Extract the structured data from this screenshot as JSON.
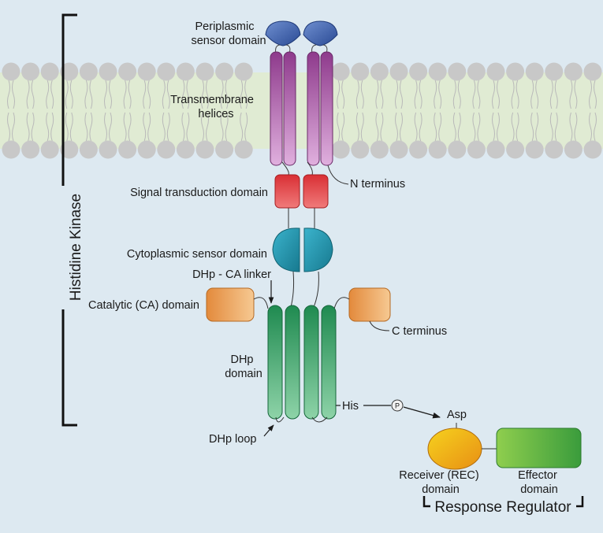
{
  "labels": {
    "periplasmic": [
      "Periplasmic",
      "sensor domain"
    ],
    "transmembrane": [
      "Transmembrane",
      "helices"
    ],
    "n_terminus": "N terminus",
    "signal_transduction": "Signal transduction domain",
    "cytoplasmic_sensor": "Cytoplasmic sensor domain",
    "dhp_ca_linker": "DHp - CA linker",
    "catalytic": "Catalytic (CA) domain",
    "c_terminus": "C terminus",
    "dhp_domain": [
      "DHp",
      "domain"
    ],
    "his": "His",
    "phosphate": "P",
    "asp": "Asp",
    "dhp_loop": "DHp loop",
    "receiver": [
      "Receiver (REC)",
      "domain"
    ],
    "effector": [
      "Effector",
      "domain"
    ],
    "histidine_kinase": "Histidine Kinase",
    "response_regulator": "Response Regulator"
  },
  "colors": {
    "background": "#dde9f1",
    "membrane_core": "#e0ebd3",
    "lipid_head": "#c8c8c8",
    "periplasmic_sensor": "#3a5fa8",
    "transmembrane_helix": "#b964b5",
    "signal_transduction": "#e2484b",
    "cytoplasmic_sensor": "#2596b1",
    "catalytic": "#eca25f",
    "dhp_helix": "#3fa46e",
    "receiver": "#f2b41e",
    "effector": "#5ab14e"
  }
}
